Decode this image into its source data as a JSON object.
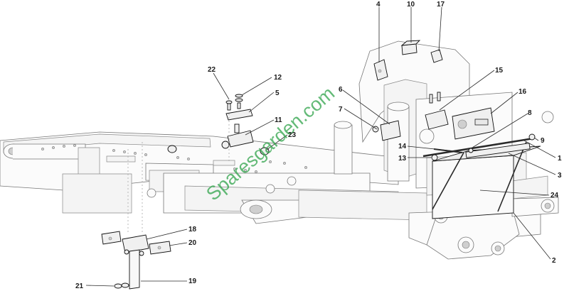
{
  "watermark": "Sparesgarden.com",
  "callouts": {
    "c1": "1",
    "c2": "2",
    "c3": "3",
    "c4": "4",
    "c5": "5",
    "c6": "6",
    "c7": "7",
    "c8": "8",
    "c9": "9",
    "c10": "10",
    "c11": "11",
    "c12": "12",
    "c13": "13",
    "c14": "14",
    "c15": "15",
    "c16": "16",
    "c17": "17",
    "c18": "18",
    "c19": "19",
    "c20": "20",
    "c21": "21",
    "c22": "22",
    "c23": "23",
    "c24": "24"
  }
}
